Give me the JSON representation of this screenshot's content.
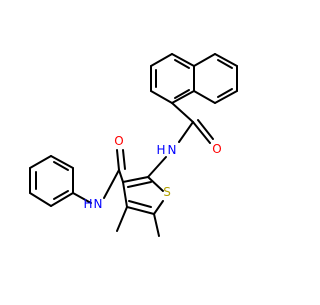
{
  "colors": {
    "bond": "#000000",
    "oxygen": "#ff0000",
    "nitrogen": "#0000ff",
    "sulfur": "#b3a200",
    "background": "#ffffff"
  },
  "atoms": {
    "o_top": "O",
    "o_left": "O",
    "n_top": "N",
    "h_top": "H",
    "n_left": "N",
    "h_left": "H",
    "s": "S"
  }
}
